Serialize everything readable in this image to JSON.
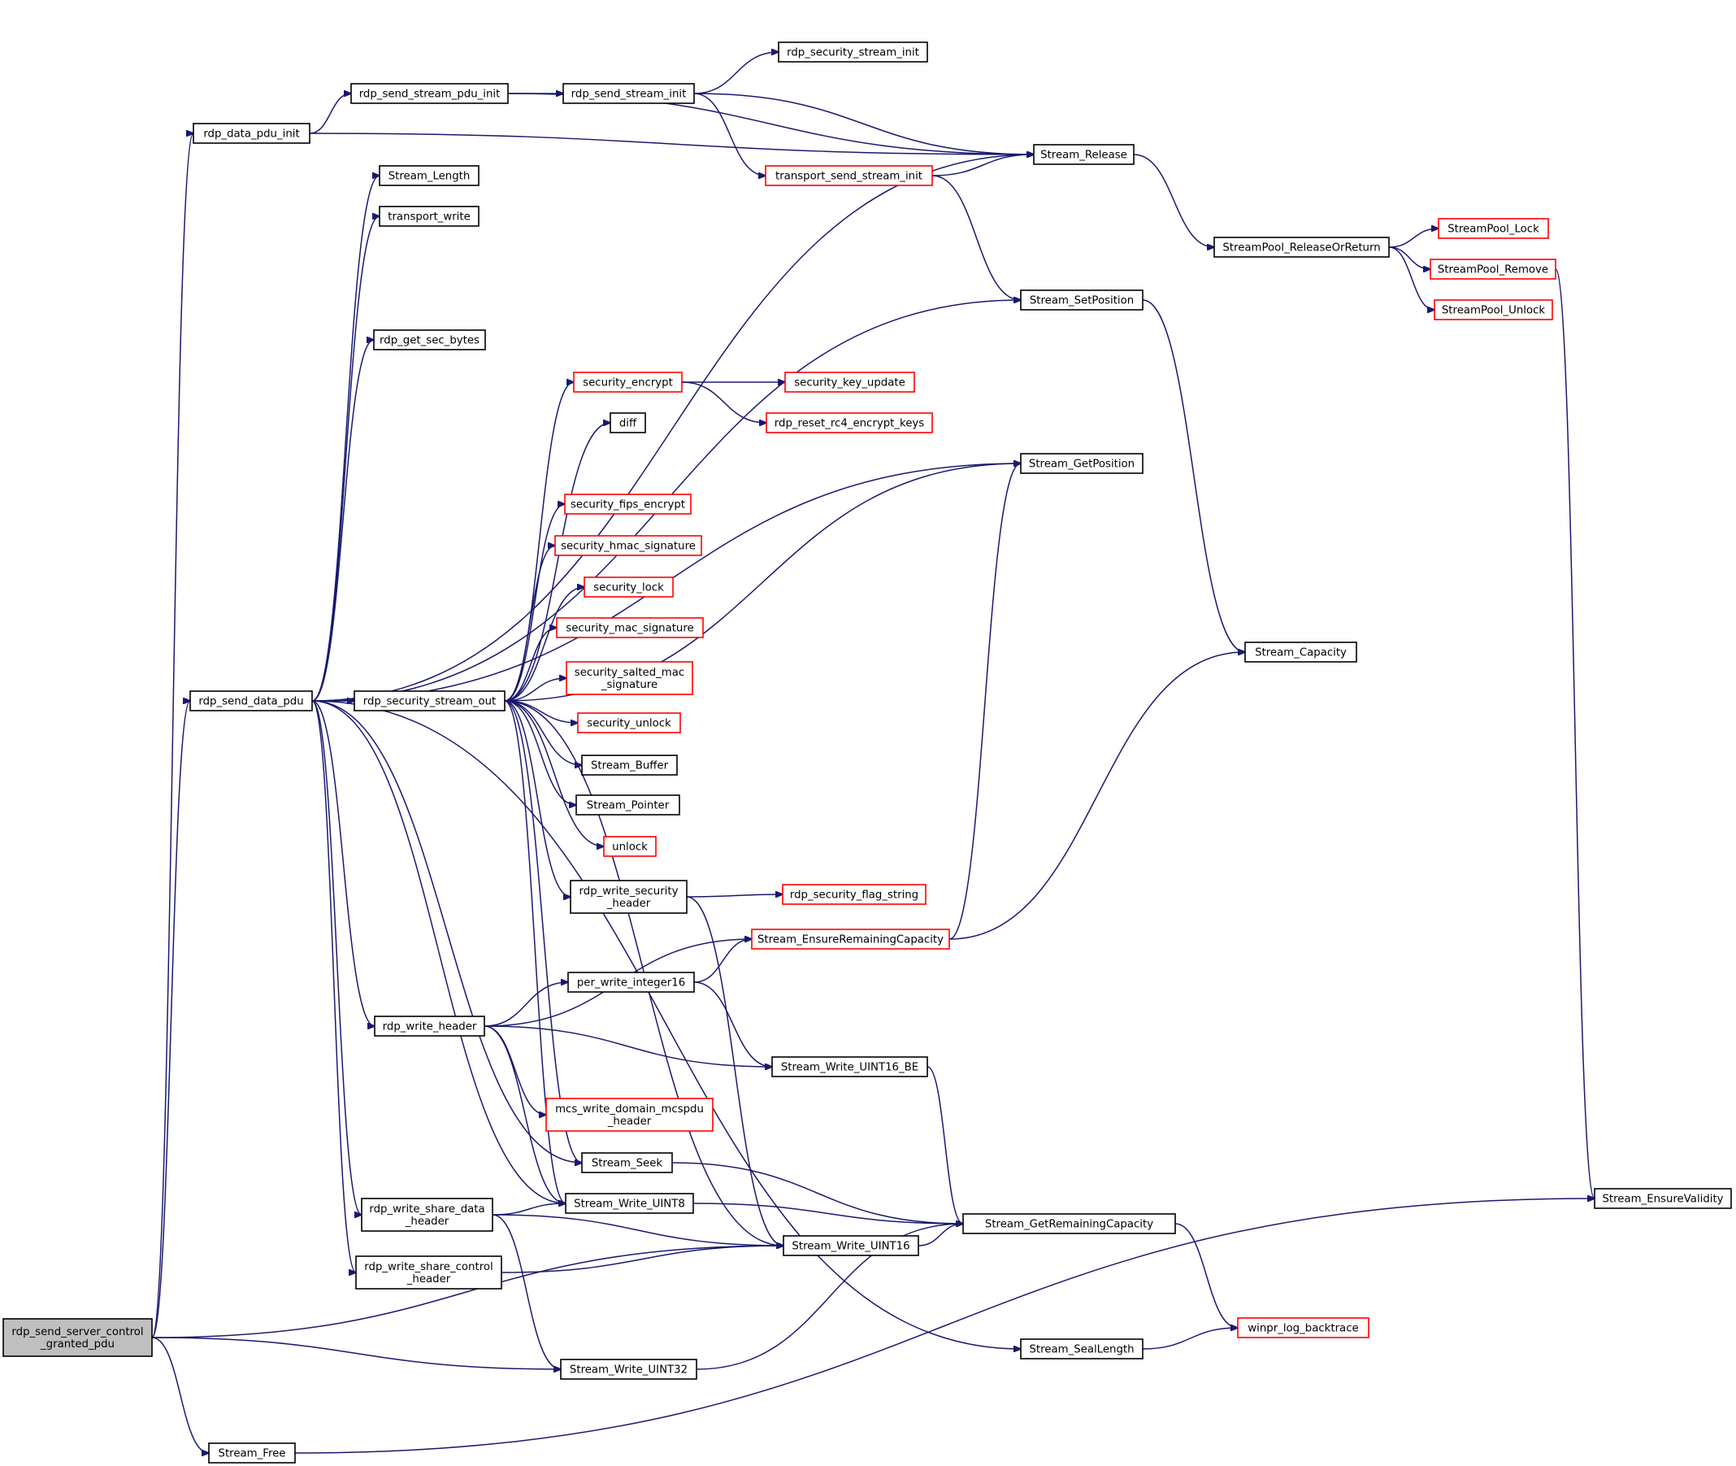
{
  "colors": {
    "edge": "#191970",
    "node_border_default": "#000000",
    "node_border_truncated": "#ff0000",
    "node_fill_default": "#ffffff",
    "node_fill_focus": "#bfbfbf"
  },
  "nodes": [
    {
      "id": "rdp_send_server_control_granted_pdu",
      "lines": [
        "rdp_send_server_control",
        "_granted_pdu"
      ],
      "style": "focus"
    },
    {
      "id": "rdp_data_pdu_init",
      "lines": [
        "rdp_data_pdu_init"
      ],
      "style": "normal"
    },
    {
      "id": "rdp_send_stream_pdu_init",
      "lines": [
        "rdp_send_stream_pdu_init"
      ],
      "style": "normal"
    },
    {
      "id": "rdp_send_stream_init",
      "lines": [
        "rdp_send_stream_init"
      ],
      "style": "normal"
    },
    {
      "id": "rdp_security_stream_init",
      "lines": [
        "rdp_security_stream_init"
      ],
      "style": "normal"
    },
    {
      "id": "Stream_Release",
      "lines": [
        "Stream_Release"
      ],
      "style": "normal"
    },
    {
      "id": "transport_send_stream_init",
      "lines": [
        "transport_send_stream_init"
      ],
      "style": "truncated"
    },
    {
      "id": "Stream_Length",
      "lines": [
        "Stream_Length"
      ],
      "style": "normal"
    },
    {
      "id": "transport_write",
      "lines": [
        "transport_write"
      ],
      "style": "normal"
    },
    {
      "id": "StreamPool_ReleaseOrReturn",
      "lines": [
        "StreamPool_ReleaseOrReturn"
      ],
      "style": "normal"
    },
    {
      "id": "StreamPool_Lock",
      "lines": [
        "StreamPool_Lock"
      ],
      "style": "truncated"
    },
    {
      "id": "StreamPool_Remove",
      "lines": [
        "StreamPool_Remove"
      ],
      "style": "truncated"
    },
    {
      "id": "StreamPool_Unlock",
      "lines": [
        "StreamPool_Unlock"
      ],
      "style": "truncated"
    },
    {
      "id": "Stream_SetPosition",
      "lines": [
        "Stream_SetPosition"
      ],
      "style": "normal"
    },
    {
      "id": "rdp_get_sec_bytes",
      "lines": [
        "rdp_get_sec_bytes"
      ],
      "style": "normal"
    },
    {
      "id": "security_encrypt",
      "lines": [
        "security_encrypt"
      ],
      "style": "truncated"
    },
    {
      "id": "security_key_update",
      "lines": [
        "security_key_update"
      ],
      "style": "truncated"
    },
    {
      "id": "rdp_reset_rc4_encrypt_keys",
      "lines": [
        "rdp_reset_rc4_encrypt_keys"
      ],
      "style": "truncated"
    },
    {
      "id": "diff",
      "lines": [
        "diff"
      ],
      "style": "normal"
    },
    {
      "id": "Stream_GetPosition",
      "lines": [
        "Stream_GetPosition"
      ],
      "style": "normal"
    },
    {
      "id": "security_fips_encrypt",
      "lines": [
        "security_fips_encrypt"
      ],
      "style": "truncated"
    },
    {
      "id": "security_hmac_signature",
      "lines": [
        "security_hmac_signature"
      ],
      "style": "truncated"
    },
    {
      "id": "security_lock",
      "lines": [
        "security_lock"
      ],
      "style": "truncated"
    },
    {
      "id": "security_mac_signature",
      "lines": [
        "security_mac_signature"
      ],
      "style": "truncated"
    },
    {
      "id": "security_salted_mac_signature",
      "lines": [
        "security_salted_mac",
        "_signature"
      ],
      "style": "truncated"
    },
    {
      "id": "rdp_send_data_pdu",
      "lines": [
        "rdp_send_data_pdu"
      ],
      "style": "normal"
    },
    {
      "id": "rdp_security_stream_out",
      "lines": [
        "rdp_security_stream_out"
      ],
      "style": "normal"
    },
    {
      "id": "Stream_Capacity",
      "lines": [
        "Stream_Capacity"
      ],
      "style": "normal"
    },
    {
      "id": "security_unlock",
      "lines": [
        "security_unlock"
      ],
      "style": "truncated"
    },
    {
      "id": "Stream_Buffer",
      "lines": [
        "Stream_Buffer"
      ],
      "style": "normal"
    },
    {
      "id": "Stream_Pointer",
      "lines": [
        "Stream_Pointer"
      ],
      "style": "normal"
    },
    {
      "id": "unlock",
      "lines": [
        "unlock"
      ],
      "style": "truncated"
    },
    {
      "id": "rdp_write_security_header",
      "lines": [
        "rdp_write_security",
        "_header"
      ],
      "style": "normal"
    },
    {
      "id": "rdp_security_flag_string",
      "lines": [
        "rdp_security_flag_string"
      ],
      "style": "truncated"
    },
    {
      "id": "Stream_EnsureRemainingCapacity",
      "lines": [
        "Stream_EnsureRemainingCapacity"
      ],
      "style": "truncated"
    },
    {
      "id": "per_write_integer16",
      "lines": [
        "per_write_integer16"
      ],
      "style": "normal"
    },
    {
      "id": "rdp_write_header",
      "lines": [
        "rdp_write_header"
      ],
      "style": "normal"
    },
    {
      "id": "Stream_Write_UINT16_BE",
      "lines": [
        "Stream_Write_UINT16_BE"
      ],
      "style": "normal"
    },
    {
      "id": "mcs_write_domain_mcspdu_header",
      "lines": [
        "mcs_write_domain_mcspdu",
        "_header"
      ],
      "style": "truncated"
    },
    {
      "id": "Stream_Seek",
      "lines": [
        "Stream_Seek"
      ],
      "style": "normal"
    },
    {
      "id": "rdp_write_share_data_header",
      "lines": [
        "rdp_write_share_data",
        "_header"
      ],
      "style": "normal"
    },
    {
      "id": "Stream_Write_UINT8",
      "lines": [
        "Stream_Write_UINT8"
      ],
      "style": "normal"
    },
    {
      "id": "Stream_GetRemainingCapacity",
      "lines": [
        "Stream_GetRemainingCapacity"
      ],
      "style": "normal"
    },
    {
      "id": "Stream_EnsureValidity",
      "lines": [
        "Stream_EnsureValidity"
      ],
      "style": "normal"
    },
    {
      "id": "Stream_Write_UINT16",
      "lines": [
        "Stream_Write_UINT16"
      ],
      "style": "normal"
    },
    {
      "id": "rdp_write_share_control_header",
      "lines": [
        "rdp_write_share_control",
        "_header"
      ],
      "style": "normal"
    },
    {
      "id": "winpr_log_backtrace",
      "lines": [
        "winpr_log_backtrace"
      ],
      "style": "truncated"
    },
    {
      "id": "Stream_SealLength",
      "lines": [
        "Stream_SealLength"
      ],
      "style": "normal"
    },
    {
      "id": "Stream_Write_UINT32",
      "lines": [
        "Stream_Write_UINT32"
      ],
      "style": "normal"
    },
    {
      "id": "Stream_Free",
      "lines": [
        "Stream_Free"
      ],
      "style": "normal"
    }
  ],
  "edges": [
    [
      "rdp_send_server_control_granted_pdu",
      "rdp_data_pdu_init"
    ],
    [
      "rdp_send_server_control_granted_pdu",
      "rdp_send_data_pdu"
    ],
    [
      "rdp_send_server_control_granted_pdu",
      "Stream_Write_UINT16"
    ],
    [
      "rdp_send_server_control_granted_pdu",
      "Stream_Write_UINT32"
    ],
    [
      "rdp_send_server_control_granted_pdu",
      "Stream_Free"
    ],
    [
      "rdp_data_pdu_init",
      "rdp_send_stream_pdu_init"
    ],
    [
      "rdp_data_pdu_init",
      "Stream_Release"
    ],
    [
      "rdp_send_stream_pdu_init",
      "rdp_send_stream_init"
    ],
    [
      "rdp_send_stream_pdu_init",
      "Stream_Release"
    ],
    [
      "rdp_send_stream_init",
      "rdp_security_stream_init"
    ],
    [
      "rdp_send_stream_init",
      "Stream_Release"
    ],
    [
      "rdp_send_stream_init",
      "transport_send_stream_init"
    ],
    [
      "transport_send_stream_init",
      "Stream_Release"
    ],
    [
      "transport_send_stream_init",
      "Stream_SetPosition"
    ],
    [
      "Stream_Release",
      "StreamPool_ReleaseOrReturn"
    ],
    [
      "StreamPool_ReleaseOrReturn",
      "StreamPool_Lock"
    ],
    [
      "StreamPool_ReleaseOrReturn",
      "StreamPool_Remove"
    ],
    [
      "StreamPool_ReleaseOrReturn",
      "StreamPool_Unlock"
    ],
    [
      "StreamPool_Remove",
      "Stream_EnsureValidity"
    ],
    [
      "Stream_SetPosition",
      "Stream_Capacity"
    ],
    [
      "rdp_send_data_pdu",
      "Stream_Length"
    ],
    [
      "rdp_send_data_pdu",
      "transport_write"
    ],
    [
      "rdp_send_data_pdu",
      "Stream_Release"
    ],
    [
      "rdp_send_data_pdu",
      "Stream_SetPosition"
    ],
    [
      "rdp_send_data_pdu",
      "rdp_get_sec_bytes"
    ],
    [
      "rdp_send_data_pdu",
      "Stream_GetPosition"
    ],
    [
      "rdp_send_data_pdu",
      "rdp_security_stream_out"
    ],
    [
      "rdp_send_data_pdu",
      "rdp_write_header"
    ],
    [
      "rdp_send_data_pdu",
      "Stream_Seek"
    ],
    [
      "rdp_send_data_pdu",
      "rdp_write_share_data_header"
    ],
    [
      "rdp_send_data_pdu",
      "rdp_write_share_control_header"
    ],
    [
      "rdp_send_data_pdu",
      "Stream_SealLength"
    ],
    [
      "rdp_send_data_pdu",
      "Stream_Write_UINT8"
    ],
    [
      "rdp_security_stream_out",
      "security_encrypt"
    ],
    [
      "rdp_security_stream_out",
      "diff"
    ],
    [
      "rdp_security_stream_out",
      "Stream_GetPosition"
    ],
    [
      "rdp_security_stream_out",
      "security_fips_encrypt"
    ],
    [
      "rdp_security_stream_out",
      "security_hmac_signature"
    ],
    [
      "rdp_security_stream_out",
      "security_lock"
    ],
    [
      "rdp_security_stream_out",
      "security_mac_signature"
    ],
    [
      "rdp_security_stream_out",
      "security_salted_mac_signature"
    ],
    [
      "rdp_security_stream_out",
      "security_unlock"
    ],
    [
      "rdp_security_stream_out",
      "Stream_Buffer"
    ],
    [
      "rdp_security_stream_out",
      "Stream_Pointer"
    ],
    [
      "rdp_security_stream_out",
      "unlock"
    ],
    [
      "rdp_security_stream_out",
      "rdp_write_security_header"
    ],
    [
      "rdp_security_stream_out",
      "Stream_Seek"
    ],
    [
      "rdp_security_stream_out",
      "Stream_Write_UINT8"
    ],
    [
      "rdp_security_stream_out",
      "Stream_Write_UINT16"
    ],
    [
      "security_encrypt",
      "security_key_update"
    ],
    [
      "security_encrypt",
      "rdp_reset_rc4_encrypt_keys"
    ],
    [
      "rdp_write_security_header",
      "rdp_security_flag_string"
    ],
    [
      "rdp_write_security_header",
      "Stream_Write_UINT16"
    ],
    [
      "Stream_EnsureRemainingCapacity",
      "Stream_GetPosition"
    ],
    [
      "Stream_EnsureRemainingCapacity",
      "Stream_Capacity"
    ],
    [
      "rdp_write_header",
      "Stream_EnsureRemainingCapacity"
    ],
    [
      "rdp_write_header",
      "per_write_integer16"
    ],
    [
      "rdp_write_header",
      "Stream_Write_UINT16_BE"
    ],
    [
      "rdp_write_header",
      "mcs_write_domain_mcspdu_header"
    ],
    [
      "rdp_write_header",
      "Stream_Write_UINT8"
    ],
    [
      "per_write_integer16",
      "Stream_EnsureRemainingCapacity"
    ],
    [
      "per_write_integer16",
      "Stream_Write_UINT16_BE"
    ],
    [
      "Stream_Write_UINT16_BE",
      "Stream_GetRemainingCapacity"
    ],
    [
      "Stream_Seek",
      "Stream_GetRemainingCapacity"
    ],
    [
      "rdp_write_share_data_header",
      "Stream_Write_UINT8"
    ],
    [
      "rdp_write_share_data_header",
      "Stream_Write_UINT16"
    ],
    [
      "rdp_write_share_data_header",
      "Stream_Write_UINT32"
    ],
    [
      "rdp_write_share_control_header",
      "Stream_Write_UINT16"
    ],
    [
      "Stream_Write_UINT8",
      "Stream_GetRemainingCapacity"
    ],
    [
      "Stream_Write_UINT16",
      "Stream_GetRemainingCapacity"
    ],
    [
      "Stream_Write_UINT32",
      "Stream_GetRemainingCapacity"
    ],
    [
      "Stream_GetRemainingCapacity",
      "winpr_log_backtrace"
    ],
    [
      "Stream_SealLength",
      "winpr_log_backtrace"
    ],
    [
      "Stream_Free",
      "Stream_EnsureValidity"
    ]
  ]
}
